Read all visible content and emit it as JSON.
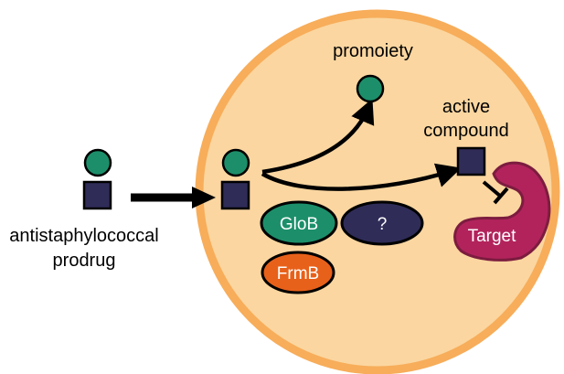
{
  "labels": {
    "prodrug_line1": "antistaphylococcal",
    "prodrug_line2": "prodrug",
    "promoiety": "promoiety",
    "active_line1": "active",
    "active_line2": "compound",
    "target": "Target"
  },
  "enzymes": {
    "glob": "GloB",
    "unknown": "?",
    "frmb": "FrmB"
  },
  "colors": {
    "cell_fill": "#fbd6a0",
    "cell_border": "#f7ad5a",
    "promoiety": "#1c8f6a",
    "compound": "#2f2c58",
    "glob": "#1c8f6a",
    "unknown": "#2f2c58",
    "frmb": "#e8611a",
    "target": "#b2235c",
    "target_border": "#7c1c3f"
  },
  "icons": {
    "inhibition": "t-bar-inhibition-icon",
    "arrow": "arrow-icon"
  }
}
